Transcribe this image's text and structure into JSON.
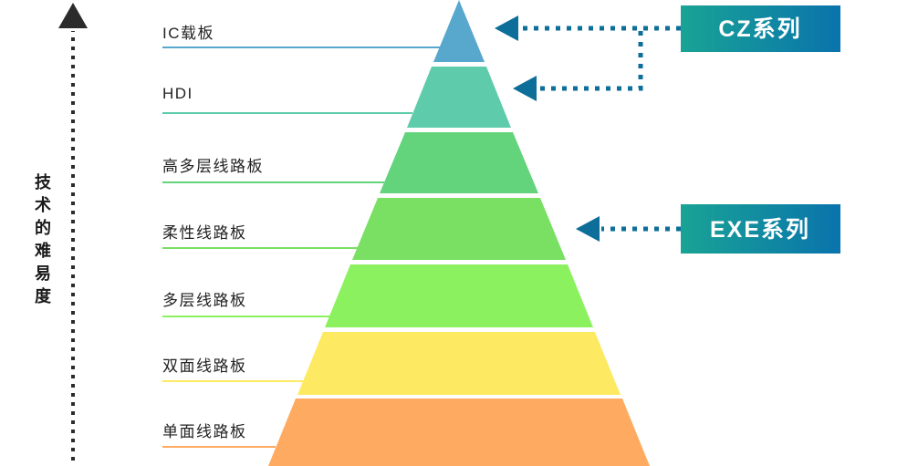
{
  "axis": {
    "label": "技术的难易度",
    "color": "#2b2b2b"
  },
  "pyramid": {
    "layers": [
      {
        "label": "IC载板",
        "color": "#58a7cd"
      },
      {
        "label": "HDI",
        "color": "#5ecbaa"
      },
      {
        "label": "高多层线路板",
        "color": "#63d47c"
      },
      {
        "label": "柔性线路板",
        "color": "#79e063"
      },
      {
        "label": "多层线路板",
        "color": "#8cf15f"
      },
      {
        "label": "双面线路板",
        "color": "#fdea62"
      },
      {
        "label": "单面线路板",
        "color": "#feaa60"
      }
    ]
  },
  "series": [
    {
      "label": "CZ系列",
      "targets": [
        "IC载板",
        "HDI"
      ]
    },
    {
      "label": "EXE系列",
      "targets": [
        "柔性线路板"
      ]
    }
  ],
  "connector": {
    "color": "#0d6e99"
  },
  "box_gradient": {
    "from": "#19a395",
    "to": "#0a73ac"
  },
  "text_color": "#222222"
}
